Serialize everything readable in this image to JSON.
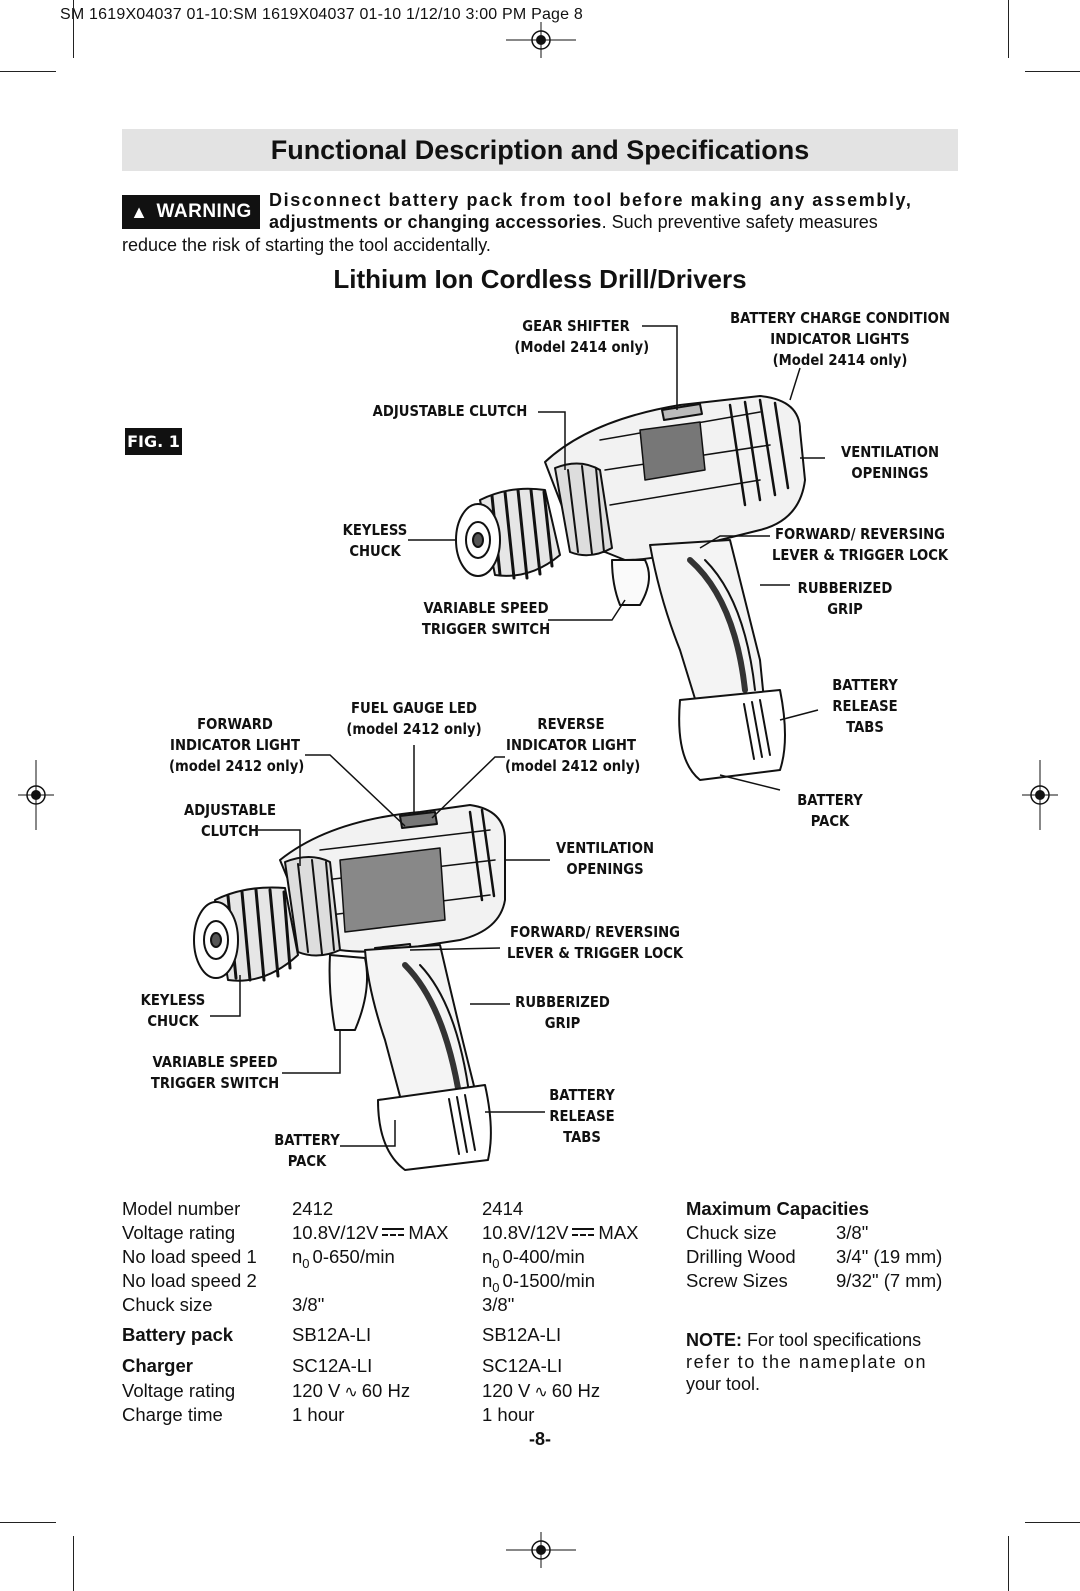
{
  "slug": "SM 1619X04037 01-10:SM 1619X04037 01-10  1/12/10  3:00 PM  Page 8",
  "title": "Functional Description and Specifications",
  "warning": {
    "badge": "WARNING",
    "line1": "Disconnect battery pack from tool before making any assembly,",
    "line2_bold": "adjustments or changing accessories",
    "line2_rest": ". Such preventive safety measures",
    "line3": "reduce the risk of starting the tool accidentally."
  },
  "subtitle": "Lithium Ion Cordless Drill/Drivers",
  "figure": {
    "label": "FIG. 1",
    "top_callouts": {
      "gear_shifter": [
        "GEAR SHIFTER",
        "(Model 2414 only)"
      ],
      "battery_charge": [
        "BATTERY CHARGE CONDITION",
        "INDICATOR LIGHTS",
        "(Model 2414 only)"
      ],
      "adjustable_clutch": [
        "ADJUSTABLE CLUTCH"
      ],
      "ventilation": [
        "VENTILATION",
        "OPENINGS"
      ],
      "keyless_chuck": [
        "KEYLESS",
        "CHUCK"
      ],
      "forward_reversing": [
        "FORWARD/ REVERSING",
        "LEVER & TRIGGER LOCK"
      ],
      "rubberized_grip": [
        "RUBBERIZED",
        "GRIP"
      ],
      "variable_speed": [
        "VARIABLE SPEED",
        "TRIGGER SWITCH"
      ],
      "battery_release": [
        "BATTERY",
        "RELEASE",
        "TABS"
      ],
      "battery_pack": [
        "BATTERY",
        "PACK"
      ]
    },
    "bottom_callouts": {
      "fuel_gauge": [
        "FUEL GAUGE LED",
        "(model 2412 only)"
      ],
      "forward_indicator": [
        "FORWARD",
        "INDICATOR LIGHT",
        "(model 2412 only)"
      ],
      "reverse_indicator": [
        "REVERSE",
        "INDICATOR LIGHT",
        "(model 2412 only)"
      ],
      "adjustable_clutch": [
        "ADJUSTABLE",
        "CLUTCH"
      ],
      "ventilation": [
        "VENTILATION",
        "OPENINGS"
      ],
      "forward_reversing": [
        "FORWARD/ REVERSING",
        "LEVER & TRIGGER LOCK"
      ],
      "keyless_chuck": [
        "KEYLESS",
        "CHUCK"
      ],
      "rubberized_grip": [
        "RUBBERIZED",
        "GRIP"
      ],
      "variable_speed": [
        "VARIABLE SPEED",
        "TRIGGER SWITCH"
      ],
      "battery_release": [
        "BATTERY",
        "RELEASE",
        "TABS"
      ],
      "battery_pack": [
        "BATTERY",
        "PACK"
      ]
    }
  },
  "specs": {
    "labels": [
      "Model number",
      "Voltage rating",
      "No load speed 1",
      "No load speed 2",
      "Chuck size"
    ],
    "col_2412": [
      "2412",
      "10.8V/12V",
      "",
      "",
      "3/8\""
    ],
    "col_2414": [
      "2414",
      "10.8V/12V",
      "",
      "",
      "3/8\""
    ],
    "max": "MAX",
    "n0": "n",
    "n0_sub": "0",
    "speed_2412_1": "0-650/min",
    "speed_2414_1": "0-400/min",
    "speed_2414_2": "0-1500/min",
    "battery_pack_label": "Battery pack",
    "battery_pack_2412": "SB12A-LI",
    "battery_pack_2414": "SB12A-LI",
    "charger_label": "Charger",
    "charger_2412": "SC12A-LI",
    "charger_2414": "SC12A-LI",
    "charger_voltage_label": "Voltage rating",
    "charger_voltage_a": "120 V",
    "charger_voltage_b": "60 Hz",
    "charge_time_label": "Charge time",
    "charge_time_2412": "1 hour",
    "charge_time_2414": "1 hour"
  },
  "capacities": {
    "heading": "Maximum Capacities",
    "rows": [
      {
        "label": "Chuck size",
        "value": "3/8\""
      },
      {
        "label": "Drilling Wood",
        "value": "3/4\" (19 mm)"
      },
      {
        "label": "Screw Sizes",
        "value": "9/32\" (7 mm)"
      }
    ]
  },
  "note": {
    "label": "NOTE:",
    "line1": " For tool specifications",
    "line2": "refer to the nameplate on",
    "line3": "your tool."
  },
  "page_number": "-8-"
}
